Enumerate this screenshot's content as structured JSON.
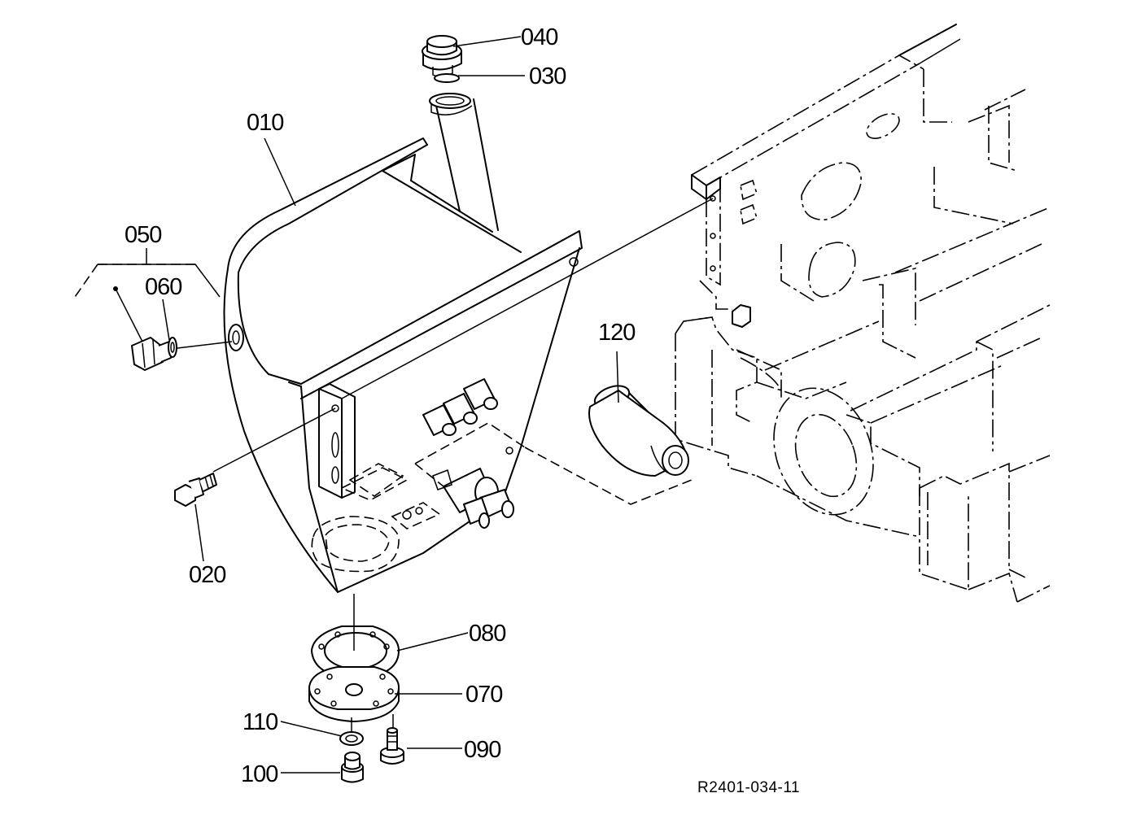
{
  "diagram": {
    "drawing_number": "R2401-034-11",
    "part_labels": {
      "p010": "010",
      "p020": "020",
      "p030": "030",
      "p040": "040",
      "p050": "050",
      "p060": "060",
      "p070": "070",
      "p080": "080",
      "p090": "090",
      "p100": "100",
      "p110": "110",
      "p120": "120"
    }
  }
}
